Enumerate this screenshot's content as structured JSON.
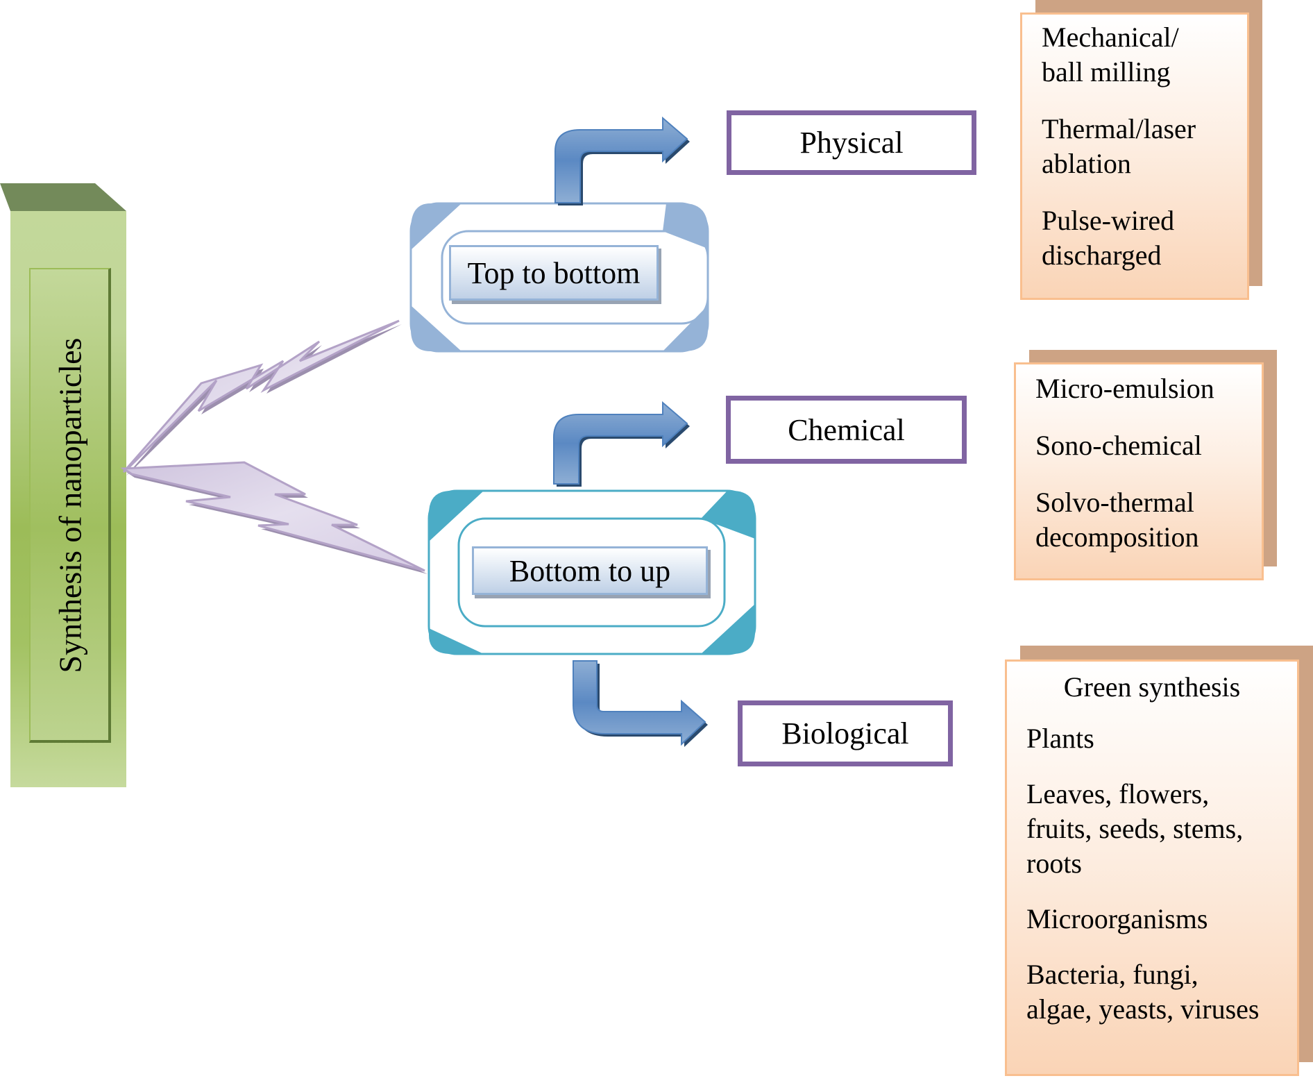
{
  "diagram": {
    "root": {
      "label": "Synthesis of nanoparticles",
      "color": "#9bbb59"
    },
    "approaches": [
      {
        "id": "top-down",
        "label": "Top to bottom",
        "frame_color": "#95b3d7"
      },
      {
        "id": "bottom-up",
        "label": "Bottom to up",
        "frame_color": "#4bacc6"
      }
    ],
    "categories": [
      {
        "label": "Physical",
        "from": "Top to bottom",
        "methods": [
          "Mechanical/\nball milling",
          "Thermal/laser\nablation",
          "Pulse-wired\ndischarged"
        ]
      },
      {
        "label": "Chemical",
        "from": "Bottom to up",
        "methods": [
          "Micro-emulsion",
          "Sono-chemical",
          "Solvo-thermal\ndecomposition"
        ]
      },
      {
        "label": "Biological",
        "from": "Bottom to up",
        "heading": "Green synthesis",
        "methods": [
          "Plants",
          "Leaves, flowers,\nfruits, seeds, stems,\nroots",
          "Microorganisms",
          "Bacteria, fungi,\nalgae, yeasts, viruses"
        ]
      }
    ],
    "colors": {
      "category_border": "#8064a2",
      "arrow": "#4f81bd",
      "lightning": "#b3a2c7",
      "card_border": "#f9bf8f",
      "card_shadow": "#cda384"
    },
    "icons": [
      "lightning-bolt-icon",
      "bent-arrow-icon"
    ]
  }
}
